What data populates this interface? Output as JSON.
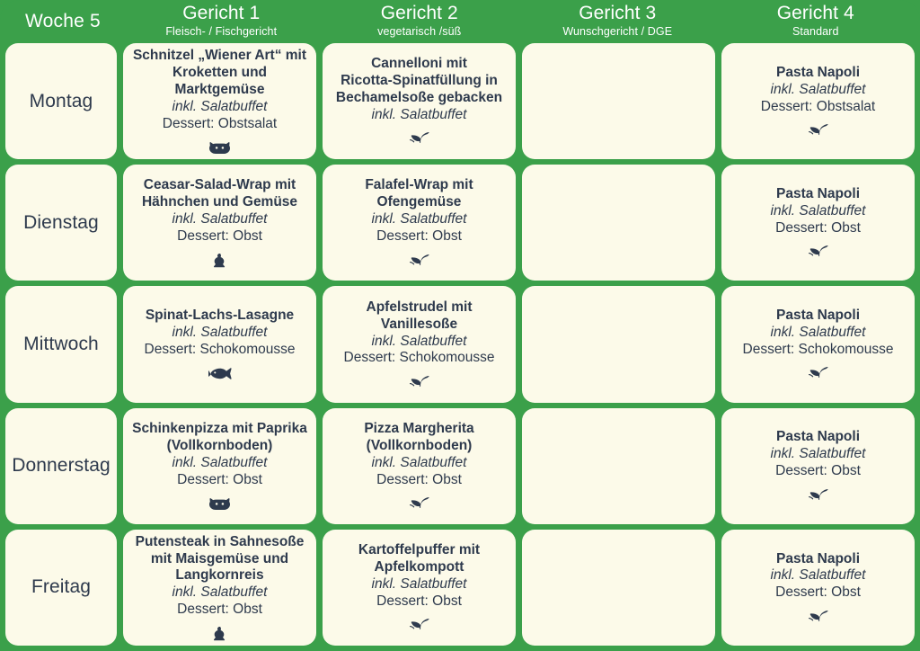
{
  "header": {
    "week_label": "Woche 5",
    "columns": [
      {
        "title": "Gericht 1",
        "subtitle": "Fleisch- / Fischgericht"
      },
      {
        "title": "Gericht 2",
        "subtitle": "vegetarisch /süß"
      },
      {
        "title": "Gericht 3",
        "subtitle": "Wunschgericht / DGE"
      },
      {
        "title": "Gericht 4",
        "subtitle": "Standard"
      }
    ]
  },
  "colors": {
    "background_green": "#3ba04a",
    "card_cream": "#fcfae9",
    "text_dark": "#2e3a4d",
    "header_text": "#ffffff"
  },
  "rows": [
    {
      "day": "Montag",
      "cells": [
        {
          "name": "Schnitzel „Wiener Art“ mit\nKroketten und Marktgemüse",
          "side": "inkl. Salatbuffet",
          "dessert": "Dessert: Obstsalat",
          "icon": "pig-icon",
          "bold_name": true
        },
        {
          "name": "Cannelloni mit\nRicotta-Spinatfüllung in\nBechamelsoße gebacken",
          "side": "inkl. Salatbuffet",
          "dessert": "",
          "icon": "leaf-icon",
          "bold_name": true
        },
        {
          "name": "",
          "side": "",
          "dessert": "",
          "icon": "none",
          "bold_name": false
        },
        {
          "name": "Pasta Napoli",
          "side": "inkl. Salatbuffet",
          "dessert": "Dessert: Obstsalat",
          "icon": "leaf-icon",
          "bold_name": true
        }
      ]
    },
    {
      "day": "Dienstag",
      "cells": [
        {
          "name": "Ceasar-Salad-Wrap mit\nHähnchen und Gemüse",
          "side": "inkl. Salatbuffet",
          "dessert": "Dessert: Obst",
          "icon": "chicken-icon",
          "bold_name": true
        },
        {
          "name": "Falafel-Wrap mit\nOfengemüse",
          "side": "inkl. Salatbuffet",
          "dessert": "Dessert: Obst",
          "icon": "leaf-icon",
          "bold_name": true
        },
        {
          "name": "",
          "side": "",
          "dessert": "",
          "icon": "none",
          "bold_name": false
        },
        {
          "name": "Pasta Napoli",
          "side": "inkl. Salatbuffet",
          "dessert": "Dessert: Obst",
          "icon": "leaf-icon",
          "bold_name": true
        }
      ]
    },
    {
      "day": "Mittwoch",
      "cells": [
        {
          "name": "Spinat-Lachs-Lasagne",
          "side": "inkl. Salatbuffet",
          "dessert": "Dessert: Schokomousse",
          "icon": "fish-icon",
          "bold_name": true
        },
        {
          "name": "Apfelstrudel mit\nVanillesoße",
          "side": "inkl. Salatbuffet",
          "dessert": "Dessert: Schokomousse",
          "icon": "leaf-icon",
          "bold_name": true
        },
        {
          "name": "",
          "side": "",
          "dessert": "",
          "icon": "none",
          "bold_name": false
        },
        {
          "name": "Pasta Napoli",
          "side": "inkl. Salatbuffet",
          "dessert": "Dessert: Schokomousse",
          "icon": "leaf-icon",
          "bold_name": true
        }
      ]
    },
    {
      "day": "Donnerstag",
      "cells": [
        {
          "name": "Schinkenpizza mit Paprika\n(Vollkornboden)",
          "side": "inkl. Salatbuffet",
          "dessert": "Dessert: Obst",
          "icon": "pig-icon",
          "bold_name": true
        },
        {
          "name": "Pizza Margherita\n(Vollkornboden)",
          "side": "inkl. Salatbuffet",
          "dessert": "Dessert: Obst",
          "icon": "leaf-icon",
          "bold_name": true
        },
        {
          "name": "",
          "side": "",
          "dessert": "",
          "icon": "none",
          "bold_name": false
        },
        {
          "name": "Pasta Napoli",
          "side": "inkl. Salatbuffet",
          "dessert": "Dessert: Obst",
          "icon": "leaf-icon",
          "bold_name": true
        }
      ]
    },
    {
      "day": "Freitag",
      "cells": [
        {
          "name": "Putensteak in Sahnesoße\nmit Maisgemüse und\nLangkornreis",
          "side": "inkl. Salatbuffet",
          "dessert": "Dessert: Obst",
          "icon": "chicken-icon",
          "bold_name": true
        },
        {
          "name": "Kartoffelpuffer mit\nApfelkompott",
          "side": "inkl. Salatbuffet",
          "dessert": "Dessert: Obst",
          "icon": "leaf-icon",
          "bold_name": true
        },
        {
          "name": "",
          "side": "",
          "dessert": "",
          "icon": "none",
          "bold_name": false
        },
        {
          "name": "Pasta Napoli",
          "side": "inkl. Salatbuffet",
          "dessert": "Dessert: Obst",
          "icon": "leaf-icon",
          "bold_name": true
        }
      ]
    }
  ]
}
